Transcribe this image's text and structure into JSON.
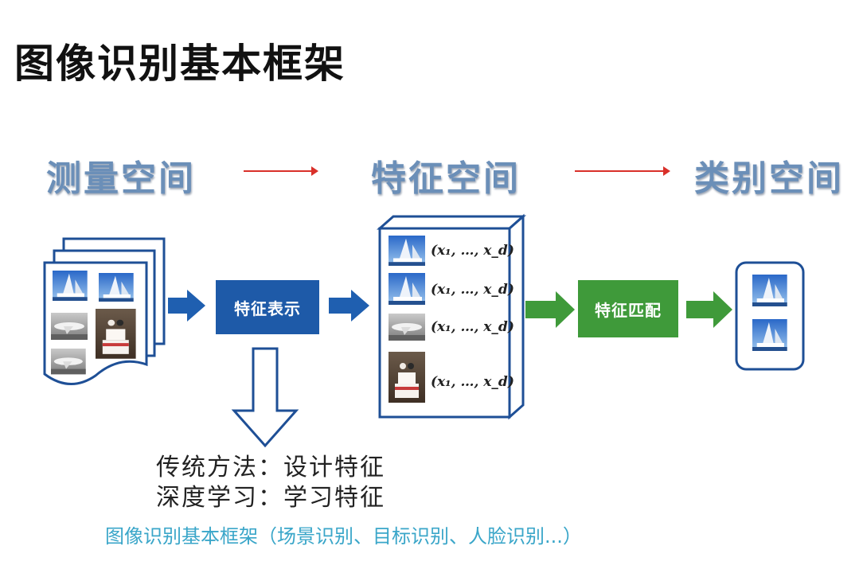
{
  "title": "图像识别基本框架",
  "spaces": {
    "measurement": "测量空间",
    "feature": "特征空间",
    "category": "类别空间"
  },
  "boxes": {
    "representation": "特征表示",
    "matching": "特征匹配"
  },
  "feature_vector": "(x₁, …, x_d)",
  "methods": {
    "traditional": "传统方法：设计特征",
    "deep": "深度学习：学习特征"
  },
  "subtitle": "图像识别基本框架（场景识别、目标识别、人脸识别...）",
  "colors": {
    "space_label": "#6b8fb8",
    "red_arrow": "#d9302a",
    "blue_box": "#1e5aa8",
    "green_box": "#3f9a3a",
    "subtitle": "#3aa6c9"
  },
  "thumbnails": [
    "boat-icon",
    "boat-icon",
    "airplane-icon",
    "cake-icon",
    "airplane-icon"
  ]
}
